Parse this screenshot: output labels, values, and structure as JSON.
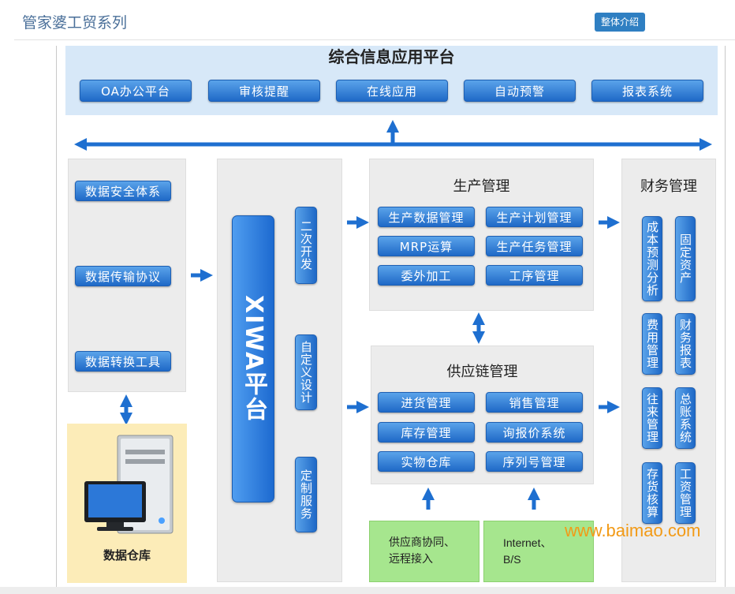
{
  "header": {
    "title": "管家婆工贸系列",
    "intro_button": "整体介绍"
  },
  "top_platform": {
    "title": "综合信息应用平台",
    "items": [
      "OA办公平台",
      "审核提醒",
      "在线应用",
      "自动预警",
      "报表系统"
    ]
  },
  "data_column": {
    "items": [
      "数据安全体系",
      "数据传输协议",
      "数据转换工具"
    ],
    "warehouse_label": "数据仓库"
  },
  "xiwa": {
    "platform_label": "XIWA平台",
    "side_items": [
      "二次开发",
      "自定义设计",
      "定制服务"
    ]
  },
  "production": {
    "title": "生产管理",
    "items": [
      "生产数据管理",
      "生产计划管理",
      "MRP运算",
      "生产任务管理",
      "委外加工",
      "工序管理"
    ]
  },
  "supply": {
    "title": "供应链管理",
    "items": [
      "进货管理",
      "销售管理",
      "库存管理",
      "询报价系统",
      "实物仓库",
      "序列号管理"
    ]
  },
  "finance": {
    "title": "财务管理",
    "items": [
      "成本预测分析",
      "固定资产",
      "费用管理",
      "财务报表",
      "往来管理",
      "总账系统",
      "存货核算",
      "工资管理"
    ]
  },
  "bottom_inputs": [
    "供应商协同、远程接入",
    "Internet、B/S"
  ],
  "watermark": "www.baimao.com",
  "colors": {
    "pill_blue": "#2f7fdb",
    "arrow_blue": "#1e6fd0",
    "panel_gray": "#ececec",
    "top_bg": "#d7e8f8",
    "green": "#a6e68e",
    "warehouse_bg": "#fcecb8"
  }
}
